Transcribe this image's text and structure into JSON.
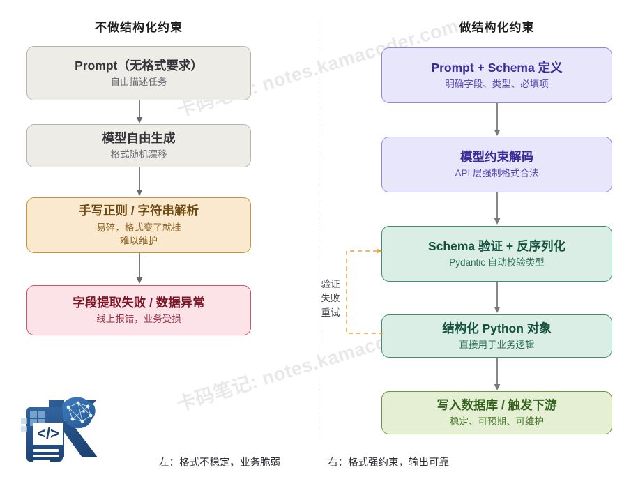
{
  "watermark": {
    "text": "卡码笔记: notes.kamacoder.com"
  },
  "columns": {
    "left": {
      "title": "不做结构化约束",
      "caption": "左：格式不稳定，业务脆弱"
    },
    "right": {
      "title": "做结构化约束",
      "caption": "右：格式强约束，输出可靠"
    }
  },
  "chart_data": {
    "type": "diagram",
    "title": "结构化约束对比流程图",
    "layout": "two-column flowchart, top-to-bottom, dashed vertical divider between columns",
    "left_flow": {
      "heading": "不做结构化约束",
      "nodes": [
        {
          "id": "l1",
          "title": "Prompt（无格式要求）",
          "subtitle": "自由描述任务",
          "color": "#eeece6",
          "border": "#b7b5ae"
        },
        {
          "id": "l2",
          "title": "模型自由生成",
          "subtitle": "格式随机漂移",
          "color": "#eeece6",
          "border": "#b7b5ae"
        },
        {
          "id": "l3",
          "title": "手写正则 / 字符串解析",
          "subtitle": "易碎，格式变了就挂\n难以维护",
          "color": "#fbe9cf",
          "border": "#c9942f"
        },
        {
          "id": "l4",
          "title": "字段提取失败 / 数据异常",
          "subtitle": "线上报错，业务受损",
          "color": "#fbe3e8",
          "border": "#c9566e"
        }
      ],
      "edges": [
        {
          "from": "l1",
          "to": "l2",
          "style": "solid",
          "color": "#6b6b6b"
        },
        {
          "from": "l2",
          "to": "l3",
          "style": "solid",
          "color": "#6b6b6b"
        },
        {
          "from": "l3",
          "to": "l4",
          "style": "solid",
          "color": "#6b6b6b"
        }
      ]
    },
    "right_flow": {
      "heading": "做结构化约束",
      "nodes": [
        {
          "id": "r1",
          "title": "Prompt + Schema 定义",
          "subtitle": "明确字段、类型、必填项",
          "color": "#e8e6fb",
          "border": "#8f85df"
        },
        {
          "id": "r2",
          "title": "模型约束解码",
          "subtitle": "API 层强制格式合法",
          "color": "#e8e6fb",
          "border": "#8f85df"
        },
        {
          "id": "r3",
          "title": "Schema 验证 + 反序列化",
          "subtitle": "Pydantic 自动校验类型",
          "color": "#dbeee6",
          "border": "#3f8f74"
        },
        {
          "id": "r4",
          "title": "结构化 Python 对象",
          "subtitle": "直接用于业务逻辑",
          "color": "#dbeee6",
          "border": "#3f8f74"
        },
        {
          "id": "r5",
          "title": "写入数据库 / 触发下游",
          "subtitle": "稳定、可预期、可维护",
          "color": "#e4efd3",
          "border": "#6d9440"
        }
      ],
      "edges": [
        {
          "from": "r1",
          "to": "r2",
          "style": "solid",
          "color": "#7a7a7a"
        },
        {
          "from": "r2",
          "to": "r3",
          "style": "solid",
          "color": "#7a7a7a"
        },
        {
          "from": "r3",
          "to": "r4",
          "style": "solid",
          "color": "#7a7a7a"
        },
        {
          "from": "r4",
          "to": "r5",
          "style": "solid",
          "color": "#7a7a7a"
        },
        {
          "from": "r4",
          "to": "r3",
          "style": "dashed",
          "color": "#e8a33d",
          "label": "验证\n失败\n重试",
          "routing": "left loopback"
        }
      ]
    },
    "captions": [
      "左：格式不稳定，业务脆弱",
      "右：格式强约束，输出可靠"
    ]
  },
  "left_nodes": [
    {
      "title": "Prompt（无格式要求）",
      "subtitle": "自由描述任务"
    },
    {
      "title": "模型自由生成",
      "subtitle": "格式随机漂移"
    },
    {
      "title": "手写正则 / 字符串解析",
      "subtitle": "易碎，格式变了就挂",
      "subtitle2": "难以维护"
    },
    {
      "title": "字段提取失败 / 数据异常",
      "subtitle": "线上报错，业务受损"
    }
  ],
  "right_nodes": [
    {
      "title": "Prompt + Schema 定义",
      "subtitle": "明确字段、类型、必填项"
    },
    {
      "title": "模型约束解码",
      "subtitle": "API 层强制格式合法"
    },
    {
      "title": "Schema 验证 + 反序列化",
      "subtitle": "Pydantic 自动校验类型"
    },
    {
      "title": "结构化 Python 对象",
      "subtitle": "直接用于业务逻辑"
    },
    {
      "title": "写入数据库 / 触发下游",
      "subtitle": "稳定、可预期、可维护"
    }
  ],
  "retry_label": {
    "line1": "验证",
    "line2": "失败",
    "line3": "重试"
  },
  "logo": {
    "alt": "kamacoder-logo"
  },
  "colors": {
    "gray_fill": "#eeece6",
    "orange_fill": "#fbe9cf",
    "red_fill": "#fbe3e8",
    "purple_fill": "#e8e6fb",
    "teal_fill": "#dbeee6",
    "green_fill": "#e4efd3",
    "arrow": "#6b6b6b",
    "retry_dash": "#e8a33d"
  }
}
